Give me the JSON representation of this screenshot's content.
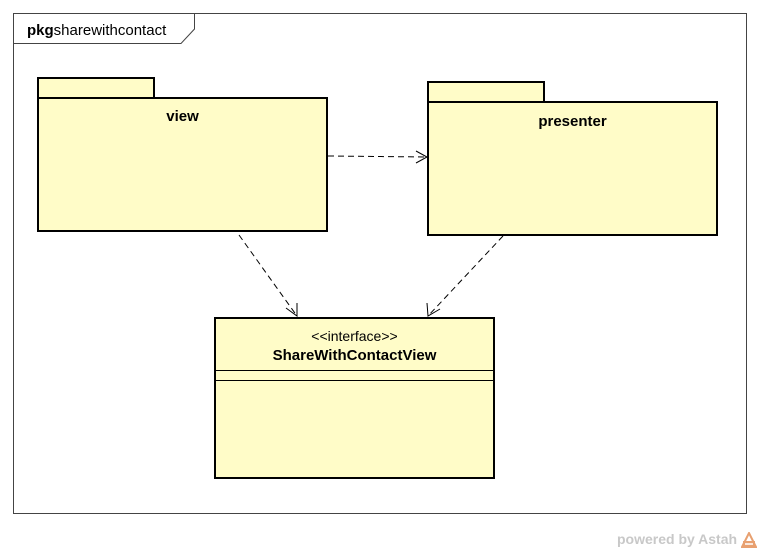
{
  "frame": {
    "keyword": "pkg",
    "name": "sharewithcontact"
  },
  "packages": [
    {
      "id": "view",
      "name": "view"
    },
    {
      "id": "presenter",
      "name": "presenter"
    }
  ],
  "interface": {
    "stereotype": "<<interface>>",
    "name": "ShareWithContactView"
  },
  "dependencies": [
    {
      "from": "view",
      "to": "presenter"
    },
    {
      "from": "view",
      "to": "ShareWithContactView"
    },
    {
      "from": "presenter",
      "to": "ShareWithContactView"
    }
  ],
  "watermark": "powered by Astah",
  "colors": {
    "fill": "#fffcc8",
    "stroke": "#000000",
    "watermark": "#c8c8c8",
    "logo": "#e8a070"
  }
}
